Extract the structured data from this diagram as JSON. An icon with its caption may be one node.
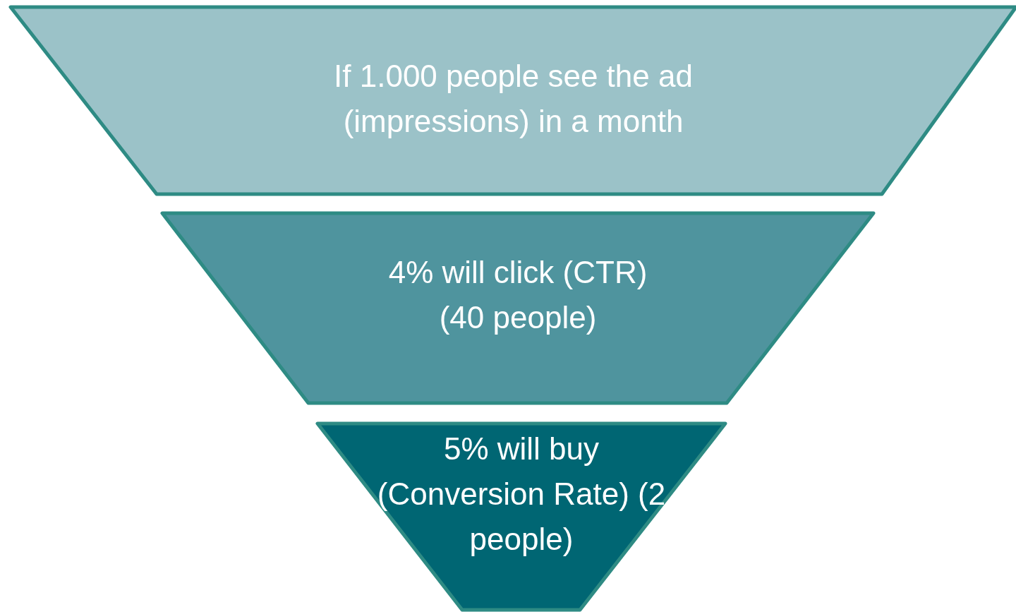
{
  "diagram": {
    "nodes": [
      {
        "text": [
          "If 1.000 people see the ad (impressions) in a month"
        ]
      },
      {
        "text": [
          "4% will click (CTR) (40 people)"
        ]
      },
      {
        "text": [
          "5% will buy (Conversion Rate) (2 people)"
        ]
      }
    ]
  }
}
